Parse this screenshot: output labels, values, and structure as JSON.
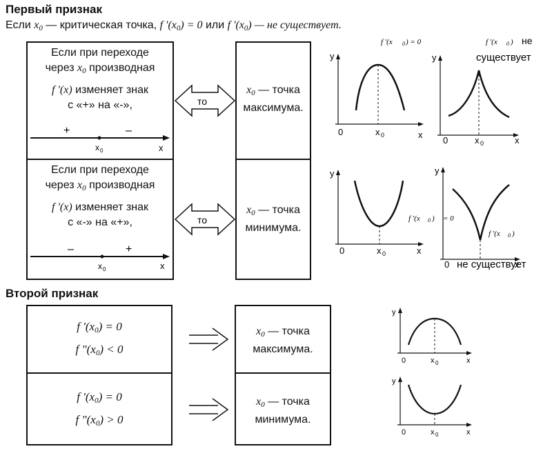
{
  "sections": {
    "first_title": "Первый признак",
    "second_title": "Второй признак"
  },
  "intro": {
    "prefix": "Если ",
    "x0": "x",
    "x0_sub": "0",
    "critical": " — критическая точка, ",
    "f1": "f '(x",
    "f1_close": ") = 0",
    "or": " или ",
    "f2": "f '(x",
    "f2_close": ") — не существует."
  },
  "first": {
    "max_condition": {
      "line1": "Если при переходе",
      "line2_pre": "через ",
      "line2_post": " производная",
      "line3": "f '(x)",
      "line3_post": " изменяет знак",
      "line4": "с «+» на «-»,",
      "sign_left": "+",
      "sign_right": "–"
    },
    "min_condition": {
      "line1": "Если при переходе",
      "line2_pre": "через ",
      "line2_post": " производная",
      "line3": "f '(x)",
      "line3_post": " изменяет знак",
      "line4": "с «-»  на «+»,",
      "sign_left": "–",
      "sign_right": "+"
    },
    "arrow_label": "то",
    "max_result_l1": " — точка",
    "max_result_l2": "максимума.",
    "min_result_l1": " — точка",
    "min_result_l2": "минимума.",
    "graph_note_zero": "f '(x",
    "graph_note_zero_close": ") = 0",
    "graph_note_ne1": "не",
    "graph_note_ne2": "существует",
    "graph_note_zero_left": "f '(x",
    "graph_note_zero_left_close": ") = 0",
    "graph_note_f_right": "f '(x",
    "graph_note_f_right_close": ")",
    "graph_note_ne_bottom": "не существует"
  },
  "second": {
    "max_l1": "f '(x",
    "max_l1_close": ") = 0",
    "max_l2": "f \"(x",
    "max_l2_close": ") < 0",
    "min_l1": "f '(x",
    "min_l1_close": ") = 0",
    "min_l2": "f \"(x",
    "min_l2_close": ") > 0",
    "max_result_l1": " — точка",
    "max_result_l2": "максимума.",
    "min_result_l1": " — точка",
    "min_result_l2": "минимума."
  },
  "axes": {
    "x": "x",
    "y": "y",
    "origin": "0",
    "x0": "x",
    "x0_sub": "0"
  }
}
